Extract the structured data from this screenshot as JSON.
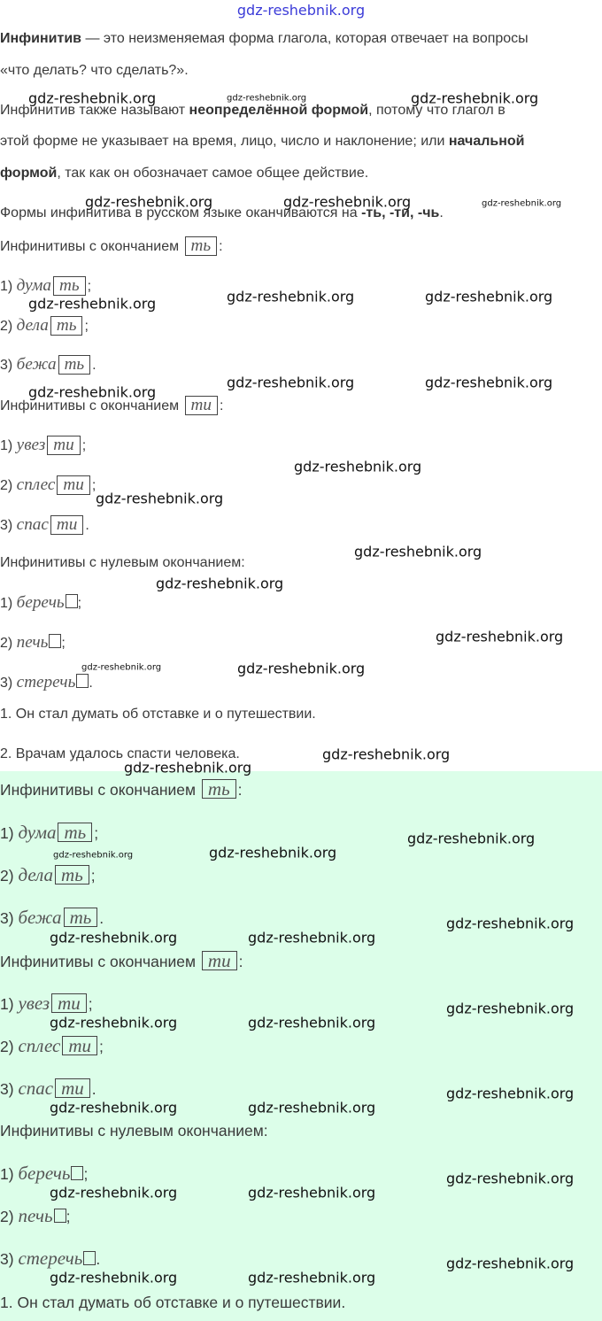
{
  "watermark": "gdz-reshebnik.org",
  "intro": [
    [
      {
        "t": "Инфинитив",
        "b": true
      },
      {
        "t": " — это неизменяемая форма глагола, которая отвечает на вопросы"
      }
    ],
    [
      {
        "t": "«что делать? что сделать?»."
      }
    ],
    [
      {
        "t": "Инфинитив также называют "
      },
      {
        "t": "неопределённой формой",
        "b": true
      },
      {
        "t": ", потому что глагол в"
      }
    ],
    [
      {
        "t": "этой форме не указывает на время, лицо, число и наклонение; или "
      },
      {
        "t": "начальной",
        "b": true
      }
    ],
    [
      {
        "t": "формой",
        "b": true
      },
      {
        "t": ", так как он обозначает самое общее действие."
      }
    ],
    [
      {
        "t": "Формы инфинитива в русском языке оканчиваются на "
      },
      {
        "t": "-ть, -ти, -чь",
        "b": true
      },
      {
        "t": "."
      }
    ]
  ],
  "task": {
    "groups": [
      {
        "heading": "Инфинитивы с окончанием",
        "ending": "ть",
        "items": [
          {
            "num": "1)",
            "stem": "дума",
            "ending": "ть",
            "punct": ";"
          },
          {
            "num": "2)",
            "stem": "дела",
            "ending": "ть",
            "punct": ";"
          },
          {
            "num": "3)",
            "stem": "бежа",
            "ending": "ть",
            "punct": "."
          }
        ]
      },
      {
        "heading": "Инфинитивы с окончанием",
        "ending": "ти",
        "items": [
          {
            "num": "1)",
            "stem": "увез",
            "ending": "ти",
            "punct": ";"
          },
          {
            "num": "2)",
            "stem": "сплес",
            "ending": "ти",
            "punct": ";"
          },
          {
            "num": "3)",
            "stem": "спас",
            "ending": "ти",
            "punct": "."
          }
        ]
      },
      {
        "heading": "Инфинитивы с нулевым окончанием:",
        "ending": null,
        "items": [
          {
            "num": "1)",
            "stem": "беречь",
            "ending": "",
            "punct": ";"
          },
          {
            "num": "2)",
            "stem": "печь",
            "ending": "",
            "punct": ";"
          },
          {
            "num": "3)",
            "stem": "стеречь",
            "ending": "",
            "punct": "."
          }
        ]
      }
    ],
    "sentences": [
      "1. Он стал думать об отставке и о путешествии.",
      "2. Врачам удалось спасти человека."
    ]
  },
  "answer": {
    "groups": [
      {
        "heading": "Инфинитивы с окончанием",
        "ending": "ть",
        "items": [
          {
            "num": "1)",
            "stem": "дума",
            "ending": "ть",
            "punct": ";"
          },
          {
            "num": "2)",
            "stem": "дела",
            "ending": "ть",
            "punct": ";"
          },
          {
            "num": "3)",
            "stem": "бежа",
            "ending": "ть",
            "punct": "."
          }
        ]
      },
      {
        "heading": "Инфинитивы с окончанием",
        "ending": "ти",
        "items": [
          {
            "num": "1)",
            "stem": "увез",
            "ending": "ти",
            "punct": ";"
          },
          {
            "num": "2)",
            "stem": "сплес",
            "ending": "ти",
            "punct": ";"
          },
          {
            "num": "3)",
            "stem": "спас",
            "ending": "ти",
            "punct": "."
          }
        ]
      },
      {
        "heading": "Инфинитивы с нулевым окончанием:",
        "ending": null,
        "items": [
          {
            "num": "1)",
            "stem": "беречь",
            "ending": "",
            "punct": ";"
          },
          {
            "num": "2)",
            "stem": "печь",
            "ending": "",
            "punct": ";"
          },
          {
            "num": "3)",
            "stem": "стеречь",
            "ending": "",
            "punct": "."
          }
        ]
      }
    ],
    "sentences": [
      "1. Он стал думать об отставке и о путешествии."
    ]
  },
  "colors": {
    "answer_bg": "#dcfee9",
    "header_watermark": "#3b3bd8"
  }
}
